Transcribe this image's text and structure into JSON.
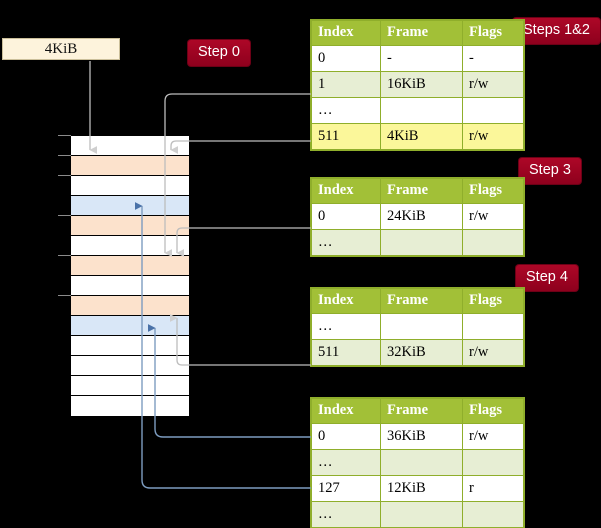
{
  "diagram": {
    "title_labels": {
      "step0": "Step 0",
      "steps12": "Steps 1&2",
      "step3": "Step 3",
      "step4": "Step 4"
    },
    "source_box": {
      "label": "4KiB"
    },
    "colors": {
      "badge": "#9c0021",
      "table_header": "#a2c037",
      "table_border": "#8fae2b",
      "row_tint": "#e7eed4",
      "highlight": "#fbf79a",
      "mem_orange": "#fce2cc",
      "mem_blue": "#d9e7f7",
      "source_box": "#fdf3dc",
      "wire_gray": "#b3b3b3",
      "wire_blue": "#7d9cc0"
    },
    "columns": [
      "Index",
      "Frame",
      "Flags"
    ],
    "tables": [
      {
        "id": "level4-table",
        "rows": [
          {
            "tint": false,
            "cells": [
              "0",
              "-",
              "-"
            ],
            "highlight": [
              false,
              false,
              false
            ]
          },
          {
            "tint": true,
            "cells": [
              "1",
              "16KiB",
              "r/w"
            ],
            "highlight": [
              false,
              false,
              false
            ]
          },
          {
            "tint": false,
            "cells": [
              "…",
              "",
              ""
            ],
            "highlight": [
              false,
              false,
              false
            ]
          },
          {
            "tint": true,
            "cells": [
              "511",
              "4KiB",
              "r/w"
            ],
            "highlight": [
              true,
              true,
              true
            ]
          }
        ]
      },
      {
        "id": "level3-table",
        "rows": [
          {
            "tint": false,
            "cells": [
              "0",
              "24KiB",
              "r/w"
            ],
            "highlight": [
              false,
              false,
              false
            ]
          },
          {
            "tint": true,
            "cells": [
              "…",
              "",
              ""
            ],
            "highlight": [
              false,
              false,
              false
            ]
          }
        ]
      },
      {
        "id": "level2-table",
        "rows": [
          {
            "tint": false,
            "cells": [
              "…",
              "",
              ""
            ],
            "highlight": [
              false,
              false,
              false
            ]
          },
          {
            "tint": true,
            "cells": [
              "511",
              "32KiB",
              "r/w"
            ],
            "highlight": [
              false,
              false,
              false
            ]
          }
        ]
      },
      {
        "id": "level1-table",
        "rows": [
          {
            "tint": false,
            "cells": [
              "0",
              "36KiB",
              "r/w"
            ],
            "highlight": [
              false,
              false,
              false
            ]
          },
          {
            "tint": true,
            "cells": [
              "…",
              "",
              ""
            ],
            "highlight": [
              false,
              false,
              false
            ]
          },
          {
            "tint": false,
            "cells": [
              "127",
              "12KiB",
              "r"
            ],
            "highlight": [
              false,
              false,
              false
            ]
          },
          {
            "tint": true,
            "cells": [
              "…",
              "",
              ""
            ],
            "highlight": [
              false,
              false,
              false
            ]
          }
        ]
      }
    ],
    "memory_column": {
      "rows": [
        {
          "fill": "white"
        },
        {
          "fill": "orange"
        },
        {
          "fill": "white"
        },
        {
          "fill": "blue"
        },
        {
          "fill": "orange"
        },
        {
          "fill": "white"
        },
        {
          "fill": "orange"
        },
        {
          "fill": "white"
        },
        {
          "fill": "orange"
        },
        {
          "fill": "blue"
        },
        {
          "fill": "white"
        },
        {
          "fill": "white"
        },
        {
          "fill": "white"
        },
        {
          "fill": "white"
        }
      ]
    }
  }
}
